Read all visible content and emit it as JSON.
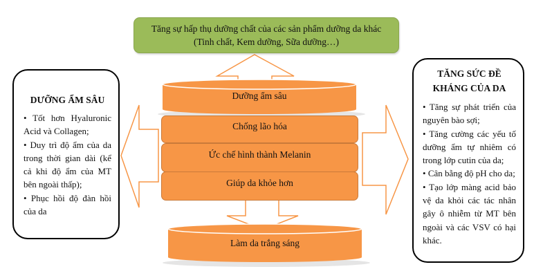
{
  "top_box": {
    "line1": "Tăng sự hấp thụ dưỡng chất của các sản phẩm dưỡng da khác",
    "line2": "(Tinh chất, Kem dưỡng, Sữa dưỡng…)"
  },
  "center": {
    "top_cylinder": "Dưỡng ẩm sâu",
    "layers": [
      "Chống lão hóa",
      "Ức chế hình thành Melanin",
      "Giúp da khỏe hơn"
    ],
    "bottom_cylinder": "Làm da trắng sáng"
  },
  "left_box": {
    "title": "DƯỠNG ẨM SÂU",
    "items": [
      "Tốt hơn Hyaluronic Acid và Collagen;",
      "Duy trì độ ẩm của da trong thời gian dài (kể cả khi độ ẩm của MT bên ngoài thấp);",
      "Phục hồi độ đàn hồi của da"
    ]
  },
  "right_box": {
    "title_line1": "TĂNG SỨC ĐỀ",
    "title_line2": "KHÁNG CỦA DA",
    "items": [
      "Tăng sự phát triển của nguyên bào sợi;",
      "Tăng cường các yếu tố dưỡng ẩm tự nhiêm có trong lớp cutin của da;",
      "Cân bằng độ pH cho da;",
      "Tạo lớp màng acid bảo vệ da khỏi các tác nhân gây ô nhiễm từ MT bên ngoài và các VSV có hại khác."
    ]
  },
  "colors": {
    "green": "#9bbb59",
    "orange": "#f79646",
    "arrow_stroke": "#f79646"
  }
}
